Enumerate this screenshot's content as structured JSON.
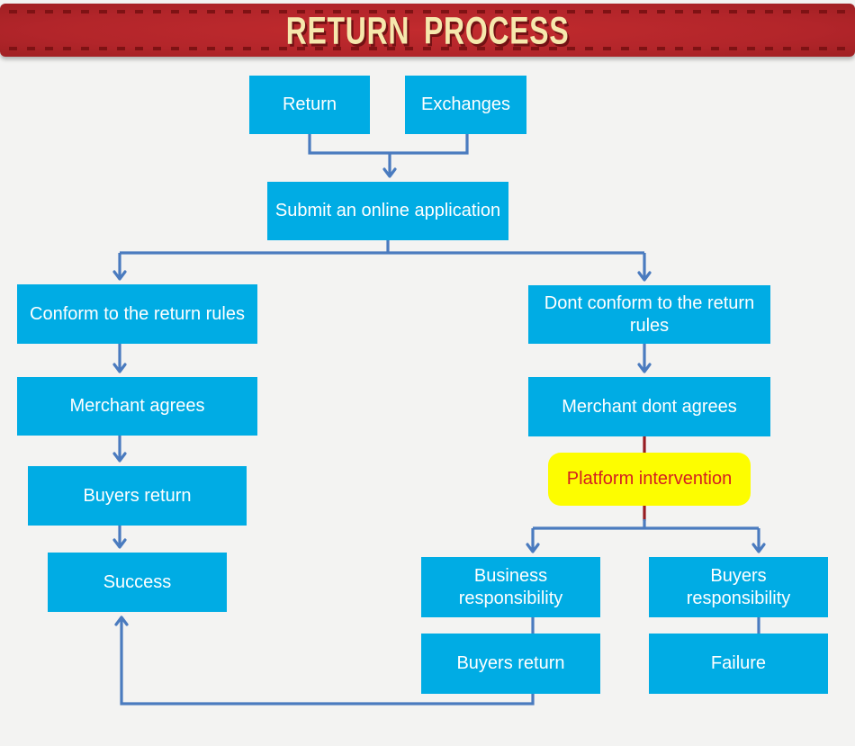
{
  "banner": {
    "title": "RETURN PROCESS"
  },
  "colors": {
    "banner_bg": "#b7262a",
    "banner_stitch": "#7e1214",
    "banner_text": "#f6e8ad",
    "node_fill": "#00ace4",
    "node_text": "#ffffff",
    "connector": "#4a7bbf",
    "red_connector": "#961c22",
    "highlight_fill": "#fdfd00",
    "highlight_text": "#d42020",
    "background": "#f3f3f2"
  },
  "nodes": {
    "return": {
      "label": "Return"
    },
    "exchanges": {
      "label": "Exchanges"
    },
    "submit": {
      "label": "Submit an online application"
    },
    "conform": {
      "label": "Conform to the return rules"
    },
    "merchant_agrees": {
      "label": "Merchant agrees"
    },
    "buyers_return_left": {
      "label": "Buyers return"
    },
    "success": {
      "label": "Success"
    },
    "dont_conform": {
      "label": "Dont conform to the return rules"
    },
    "merchant_dont": {
      "label": "Merchant dont agrees"
    },
    "platform": {
      "label": "Platform intervention"
    },
    "business_resp": {
      "label": "Business responsibility"
    },
    "buyers_resp": {
      "label": "Buyers responsibility"
    },
    "buyers_return_bot": {
      "label": "Buyers return"
    },
    "failure": {
      "label": "Failure"
    }
  },
  "edges": [
    {
      "from": "return",
      "to": "submit",
      "style": "blue-arrow"
    },
    {
      "from": "exchanges",
      "to": "submit",
      "style": "blue-arrow"
    },
    {
      "from": "submit",
      "to": "conform",
      "style": "blue-arrow"
    },
    {
      "from": "submit",
      "to": "dont_conform",
      "style": "blue-arrow"
    },
    {
      "from": "conform",
      "to": "merchant_agrees",
      "style": "blue-arrow"
    },
    {
      "from": "merchant_agrees",
      "to": "buyers_return_left",
      "style": "blue-arrow"
    },
    {
      "from": "buyers_return_left",
      "to": "success",
      "style": "blue-arrow"
    },
    {
      "from": "dont_conform",
      "to": "merchant_dont",
      "style": "blue-arrow"
    },
    {
      "from": "merchant_dont",
      "to": "platform",
      "style": "red-line"
    },
    {
      "from": "platform",
      "to": "business_resp",
      "style": "blue-arrow"
    },
    {
      "from": "platform",
      "to": "buyers_resp",
      "style": "blue-arrow"
    },
    {
      "from": "business_resp",
      "to": "buyers_return_bot",
      "style": "blue-line"
    },
    {
      "from": "buyers_resp",
      "to": "failure",
      "style": "blue-line"
    },
    {
      "from": "buyers_return_bot",
      "to": "success",
      "style": "blue-arrow"
    }
  ]
}
